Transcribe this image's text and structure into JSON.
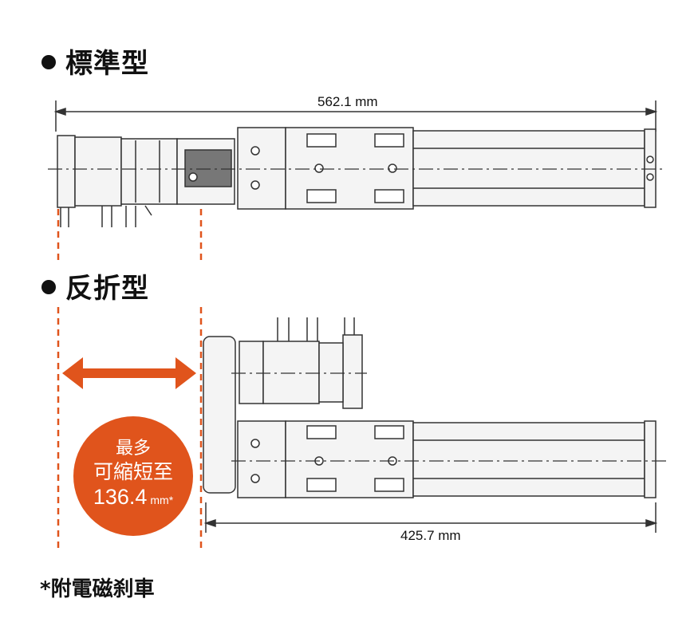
{
  "standard": {
    "title": "標準型",
    "length_label": "562.1 mm"
  },
  "folded": {
    "title": "反折型",
    "length_label": "425.7 mm"
  },
  "badge": {
    "line1": "最多",
    "line2": "可縮短至",
    "value": "136.4",
    "unit": "mm*"
  },
  "footnote": "*附電磁刹車",
  "colors": {
    "accent": "#e0541c",
    "line": "#333333",
    "body": "#f4f4f4"
  }
}
